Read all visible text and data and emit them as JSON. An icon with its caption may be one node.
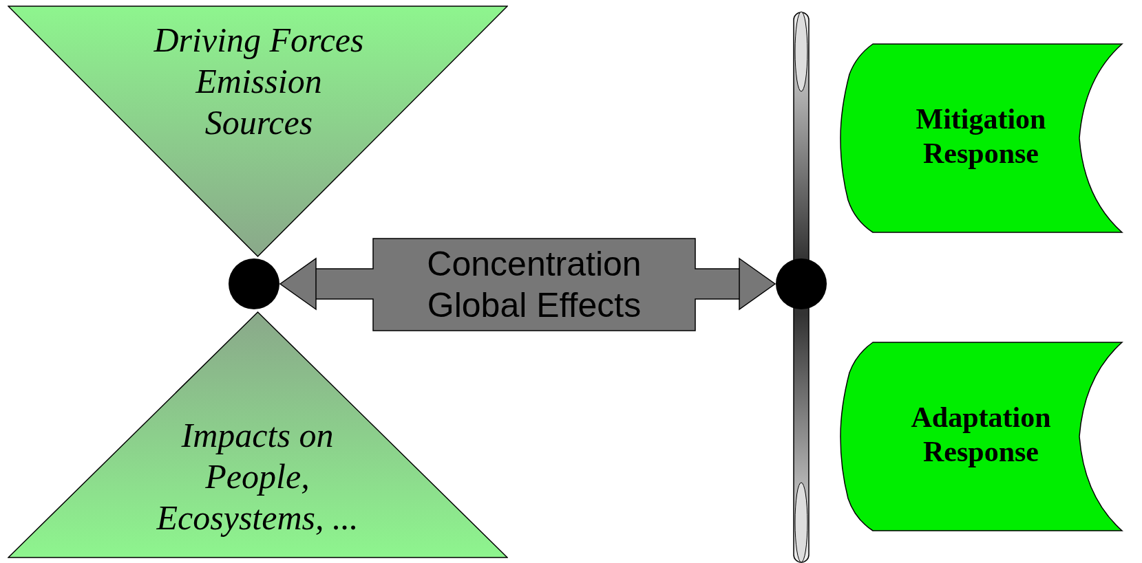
{
  "diagram": {
    "nodes": [
      {
        "text": [
          "Driving Forces Emission Sources"
        ]
      },
      {
        "text": [
          "Impacts on People, Ecosystems, ..."
        ]
      },
      {
        "text": [],
        "shape": "circle"
      },
      {
        "text": [],
        "shape": "circle"
      },
      {
        "text": [
          "Mitigation Response"
        ]
      },
      {
        "text": [
          "Adaptation Response"
        ]
      }
    ],
    "edges": [
      {
        "from": 2,
        "to": 3,
        "arrow": "both",
        "label": "Concentration Global Effects"
      }
    ]
  }
}
